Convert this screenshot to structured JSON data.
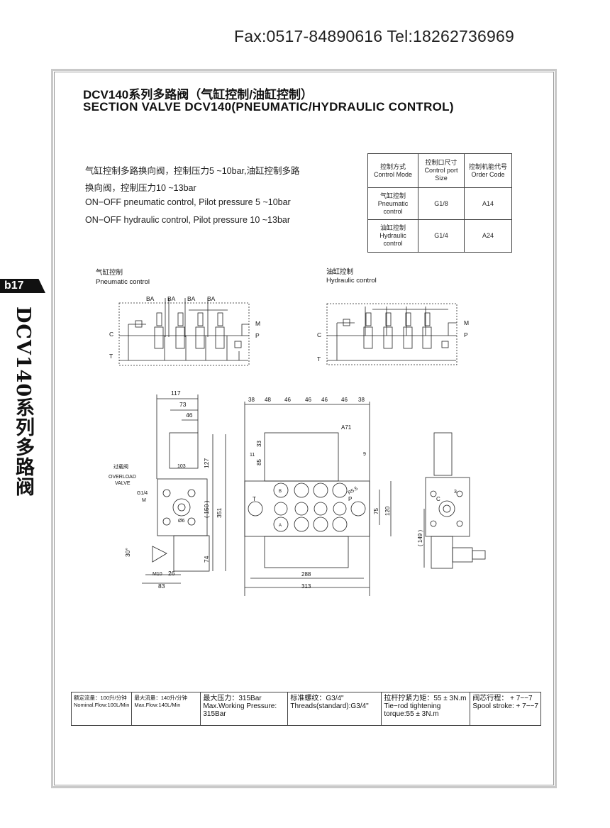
{
  "header": {
    "contact": "Fax:0517-84890616 Tel:18262736969"
  },
  "title": {
    "cn": "DCV140系列多路阀（气缸控制/油缸控制）",
    "en": "SECTION VALVE DCV140(PNEUMATIC/HYDRAULIC CONTROL)"
  },
  "side_tab": {
    "code": "b17",
    "vertical_title": "DCV140系列多路阀"
  },
  "description": [
    "气缸控制多路换向阀，控制压力5 ~10bar,油缸控制多路",
    "换向阀，控制压力10 ~13bar",
    "ON−OFF pneumatic control, Pilot pressure 5 ~10bar",
    "ON−OFF hydraulic control, Pilot pressure 10 ~13bar"
  ],
  "control_table": {
    "headers": [
      {
        "cn": "控制方式",
        "en": "Control Mode"
      },
      {
        "cn": "控制口尺寸",
        "en": "Control port Size"
      },
      {
        "cn": "控制机能代号",
        "en": "Order Code"
      }
    ],
    "rows": [
      {
        "mode_cn": "气缸控制",
        "mode_en": "Pneumatic control",
        "port": "G1/8",
        "code": "A14"
      },
      {
        "mode_cn": "油缸控制",
        "mode_en": "Hydraulic control",
        "port": "G1/4",
        "code": "A24"
      }
    ]
  },
  "schematics": {
    "pneumatic": {
      "cn": "气缸控制",
      "en": "Pneumatic control"
    },
    "hydraulic": {
      "cn": "油缸控制",
      "en": "Hydraulic control"
    },
    "port_ba": "BA",
    "ports": {
      "c": "C",
      "t": "T",
      "m": "M",
      "p": "P"
    }
  },
  "dimensions": {
    "side": {
      "d117": "117",
      "d73": "73",
      "d46": "46",
      "d103": "103",
      "d127": "127",
      "d150": "( 150 )",
      "d351": "351",
      "d74": "74",
      "d30": "30°",
      "m10": "M10",
      "d26": "26",
      "d83": "83",
      "g14": "G1/4",
      "m": "M",
      "d6": "Ø6",
      "overload_cn": "过载阀",
      "overload_en1": "OVERLOAD",
      "overload_en2": "VALVE"
    },
    "front": {
      "d38a": "38",
      "d48": "48",
      "d46a": "46",
      "d46b": "46",
      "d46c": "46",
      "d46d": "46",
      "d38b": "38",
      "a71": "A71",
      "d33": "33",
      "d11": "11",
      "d85": "85",
      "d9": "9",
      "r55": "R5.5",
      "d75": "75",
      "d120": "120",
      "d288": "288",
      "d313": "313",
      "t": "T",
      "p": "P",
      "b": "B",
      "a": "A"
    },
    "right": {
      "d149": "( 149 )",
      "d3": "3",
      "c": "C"
    }
  },
  "spec_table": {
    "nominal_flow_cn": "额定流量：100升/分钟",
    "nominal_flow_en": "Nominal.Flow:100L/Min",
    "max_flow_cn": "最大流量：140升/分钟",
    "max_flow_en": "Max.Flow:140L/Min",
    "max_pressure_cn": "最大压力：315Bar",
    "max_pressure_en": "Max.Working Pressure: 315Bar",
    "threads_cn": "标准螺纹：G3/4\"",
    "threads_en": "Threads(standard):G3/4\"",
    "torque_cn": "拉杆拧紧力矩：55 ± 3N.m",
    "torque_en": "Tie−rod tightening torque:55 ± 3N.m",
    "stroke_cn": "阀芯行程： + 7−−7",
    "stroke_en": "Spool stroke: + 7−−7"
  }
}
